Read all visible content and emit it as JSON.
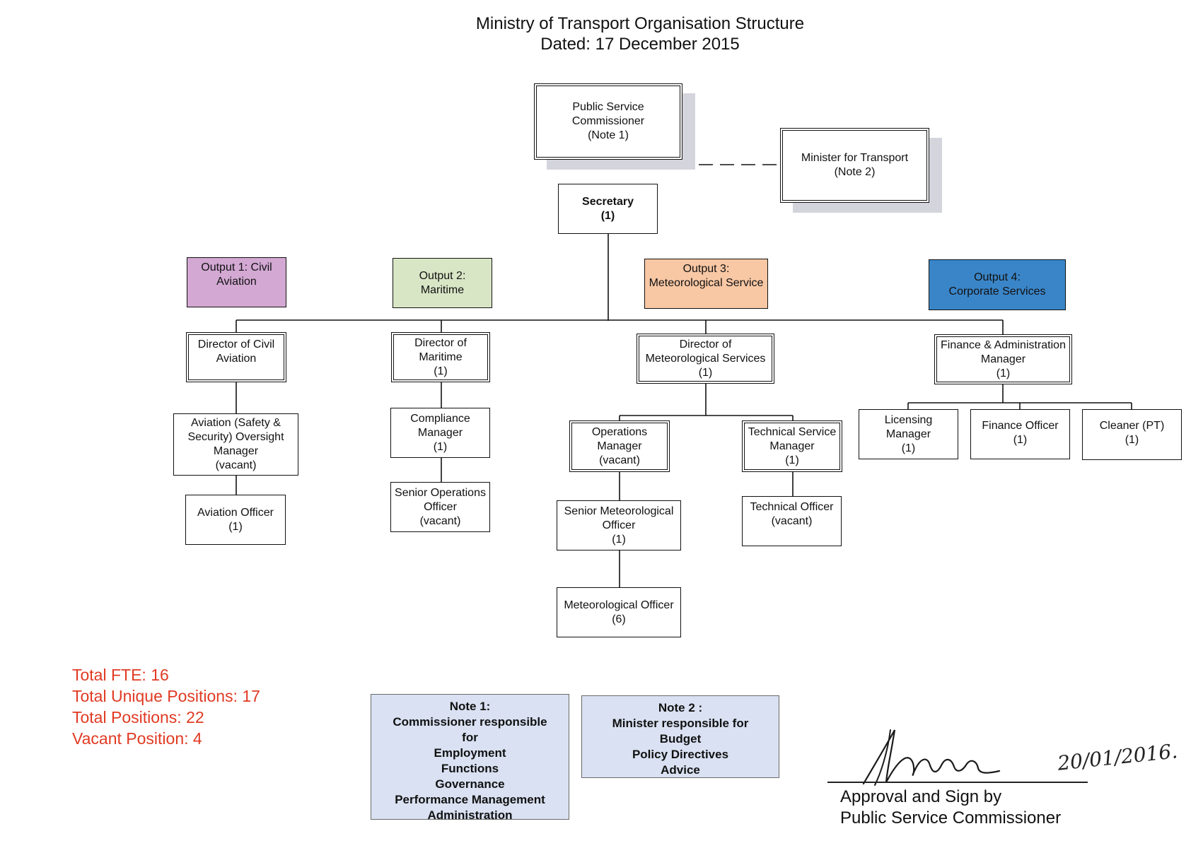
{
  "header": {
    "title": "Ministry of Transport Organisation Structure",
    "dated": "Dated: 17 December 2015"
  },
  "top": {
    "commissioner": "Public Service\nCommissioner\n(Note 1)",
    "minister": "Minister for Transport\n(Note 2)",
    "secretary": "Secretary\n(1)"
  },
  "outputs": {
    "civil": {
      "label": "Output 1: Civil\nAviation",
      "color": "#d3a8d3"
    },
    "maritime": {
      "label": "Output 2:\nMaritime",
      "color": "#d9e6c6"
    },
    "met": {
      "label": "Output 3:\nMeteorological Service",
      "color": "#f8c7a4"
    },
    "corporate": {
      "label": "Output 4:\nCorporate Services",
      "color": "#3a85c8"
    }
  },
  "aviation": {
    "director": "Director of Civil\nAviation",
    "oversight": "Aviation (Safety &\nSecurity) Oversight\nManager\n(vacant)",
    "officer": "Aviation Officer\n(1)"
  },
  "maritime": {
    "director": "Director of\nMaritime\n(1)",
    "compliance": "Compliance\nManager\n(1)",
    "senior_ops": "Senior Operations\nOfficer\n(vacant)"
  },
  "met": {
    "director": "Director of\nMeteorological Services\n(1)",
    "ops_manager": "Operations\nManager\n(vacant)",
    "tech_manager": "Technical Service\nManager\n(1)",
    "senior_met": "Senior Meteorological\nOfficer\n(1)",
    "met_officer": "Meteorological Officer\n(6)",
    "tech_officer": "Technical Officer\n(vacant)"
  },
  "corporate": {
    "finance_admin": "Finance & Administration\nManager\n(1)",
    "licensing": "Licensing\nManager\n(1)",
    "finance_officer": "Finance Officer\n(1)",
    "cleaner": "Cleaner (PT)\n(1)"
  },
  "stats": {
    "fte": "Total FTE: 16",
    "unique": "Total Unique Positions: 17",
    "positions": "Total Positions: 22",
    "vacant": "Vacant Position: 4"
  },
  "notes": {
    "note1": "Note 1:\nCommissioner responsible\nfor\nEmployment\nFunctions\nGovernance\nPerformance Management\nAdministration",
    "note2": "Note 2 :\nMinister responsible for\nBudget\nPolicy Directives\nAdvice"
  },
  "approval": {
    "text": "Approval and Sign by\nPublic Service Commissioner",
    "handwritten_date": "20/01/2016."
  }
}
